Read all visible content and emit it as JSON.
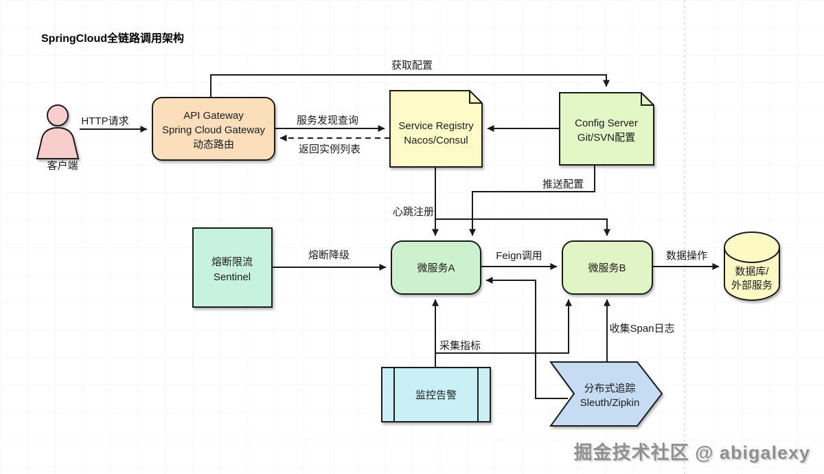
{
  "title": "SpringCloud全链路调用架构",
  "watermark": "掘金技术社区 @ abigalexy",
  "colors": {
    "client": "#F8CECC",
    "gateway": "#FBDFBD",
    "registry": "#FFFBC9",
    "config": "#E2F6C6",
    "service_a": "#CDF1CC",
    "service_b": "#E0F4C6",
    "sentinel": "#C8F2E0",
    "monitor": "#C9F0F5",
    "tracing": "#C5DCF2",
    "database": "#FDF9C4",
    "stroke": "#1A1A1A"
  },
  "nodes": {
    "client": {
      "label": "客户端"
    },
    "gateway": {
      "lines": [
        "API Gateway",
        "Spring Cloud Gateway",
        "动态路由"
      ]
    },
    "registry": {
      "lines": [
        "Service Registry",
        "Nacos/Consul"
      ]
    },
    "config": {
      "lines": [
        "Config Server",
        "Git/SVN配置"
      ]
    },
    "sentinel": {
      "lines": [
        "熔断限流",
        "Sentinel"
      ]
    },
    "service_a": {
      "label": "微服务A"
    },
    "service_b": {
      "label": "微服务B"
    },
    "monitor": {
      "label": "监控告警"
    },
    "tracing": {
      "lines": [
        "分布式追踪",
        "Sleuth/Zipkin"
      ]
    },
    "database": {
      "lines": [
        "数据库/",
        "外部服务"
      ]
    }
  },
  "edges": {
    "http_request": {
      "label": "HTTP请求"
    },
    "get_config": {
      "label": "获取配置"
    },
    "discovery_query": {
      "label": "服务发现查询"
    },
    "return_instances": {
      "label": "返回实例列表"
    },
    "config_to_registry": {
      "label": ""
    },
    "heartbeat": {
      "label": "心跳注册"
    },
    "push_config": {
      "label": "推送配置"
    },
    "circuit_degrade": {
      "label": "熔断降级"
    },
    "feign_call": {
      "label": "Feign调用"
    },
    "data_operation": {
      "label": "数据操作"
    },
    "collect_metrics": {
      "label": "采集指标"
    },
    "collect_span": {
      "label": "收集Span日志"
    }
  }
}
